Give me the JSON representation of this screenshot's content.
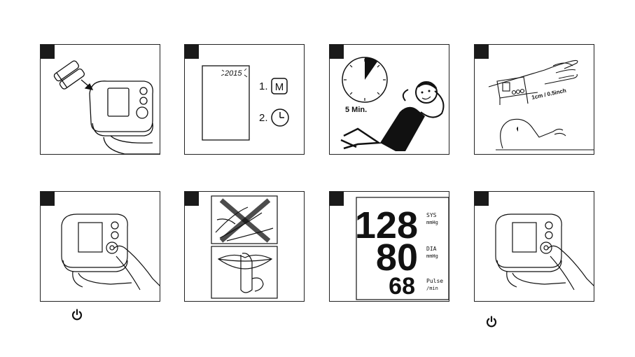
{
  "panels": {
    "p2": {
      "year": "2015",
      "step1_number": "1.",
      "step1_key": "M",
      "step2_number": "2."
    },
    "p3": {
      "rest_time": "5 Min."
    },
    "p4": {
      "distance": "1cm / 0.5inch"
    },
    "p7": {
      "systolic": "128",
      "diastolic": "80",
      "pulse": "68",
      "sys_label": "SYS",
      "sys_unit": "mmHg",
      "dia_label": "DIA",
      "dia_unit": "mmHg",
      "pulse_label": "Pulse",
      "pulse_unit": "/min"
    }
  },
  "icons": {
    "power_start": "power-icon",
    "power_end": "power-icon",
    "mode_key": "m-key-icon",
    "clock": "clock-icon",
    "heart": "heart-icon"
  },
  "colors": {
    "ink": "#111111",
    "background": "#ffffff"
  }
}
